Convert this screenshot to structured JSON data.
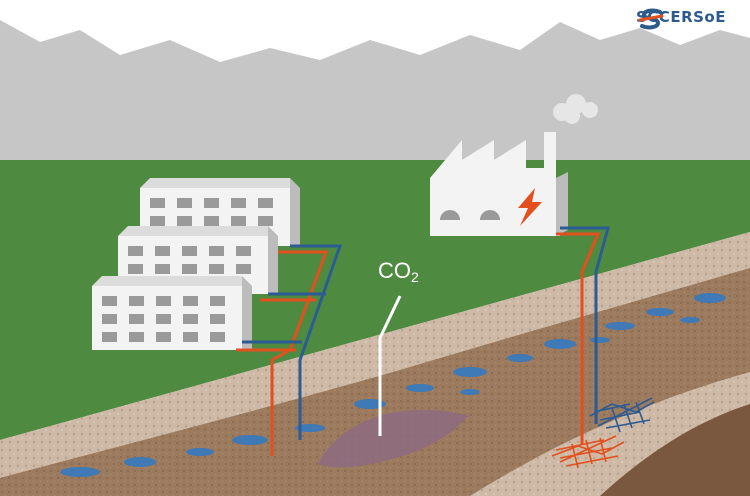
{
  "logo": {
    "left": "SCCER",
    "right": "SoE",
    "colors": {
      "text": "#2c5a8c",
      "accent": "#e2501f"
    }
  },
  "labels": {
    "co2_main": "CO",
    "co2_sub": "2"
  },
  "colors": {
    "sky": "#ffffff",
    "mountains": "#c6c6c6",
    "grass": "#4e8a3f",
    "soil_light": "#cdb9a5",
    "soil_mid": "#9c7a5e",
    "soil_dark": "#7a5840",
    "water": "#3f79b6",
    "co2_reservoir": "#8e6c7e",
    "building": "#f3f3f3",
    "window": "#9a9a9a",
    "pipe_hot": "#e2501f",
    "pipe_cold": "#2d5b93",
    "lightning": "#e2501f"
  },
  "icons": [
    "lightning-icon",
    "logo-s-icon",
    "smoke-cloud-icon"
  ]
}
